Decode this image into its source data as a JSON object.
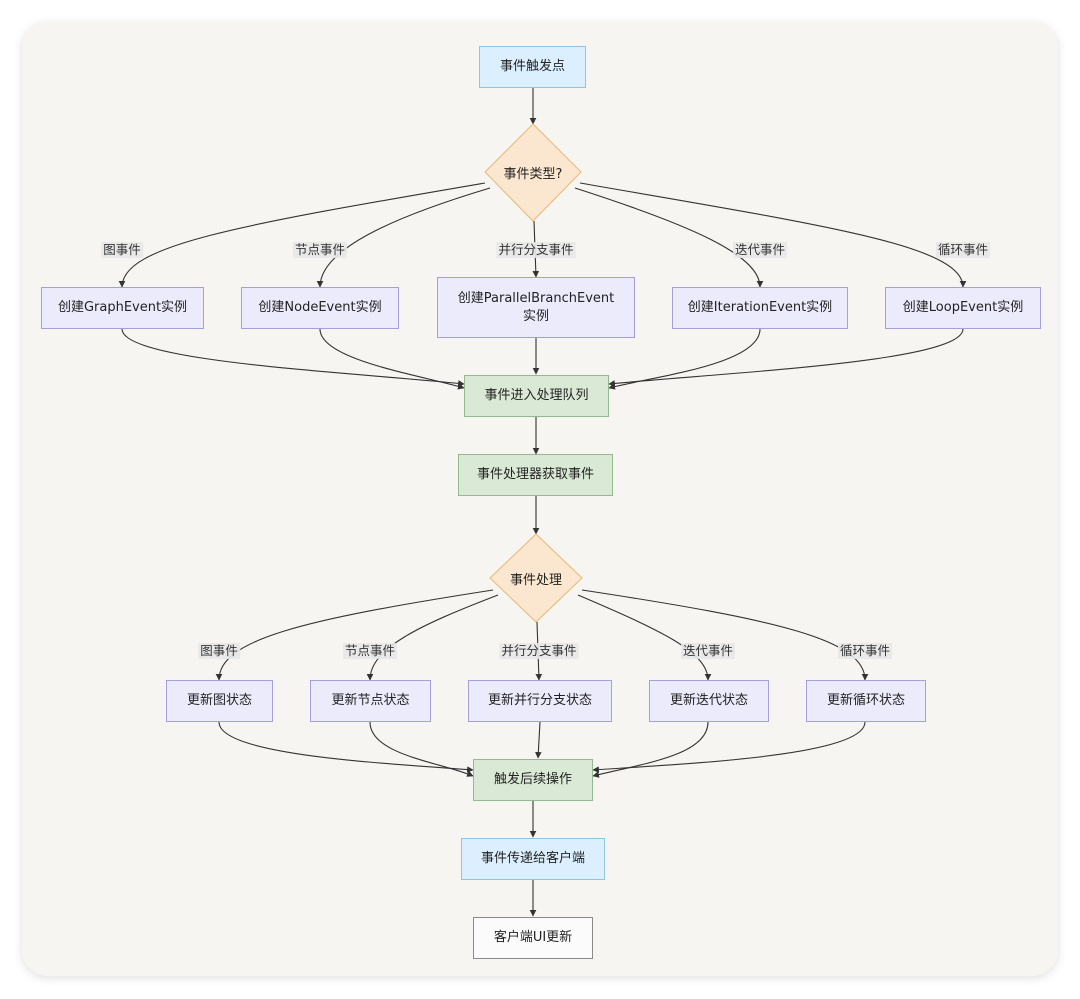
{
  "nodes": {
    "trigger": "事件触发点",
    "event_type": "事件类型?",
    "create_graph": "创建GraphEvent实例",
    "create_node": "创建NodeEvent实例",
    "create_parallel": "创建ParallelBranchEvent\n实例",
    "create_iteration": "创建IterationEvent实例",
    "create_loop": "创建LoopEvent实例",
    "enqueue": "事件进入处理队列",
    "handler_fetch": "事件处理器获取事件",
    "handle": "事件处理",
    "update_graph": "更新图状态",
    "update_node": "更新节点状态",
    "update_parallel": "更新并行分支状态",
    "update_iteration": "更新迭代状态",
    "update_loop": "更新循环状态",
    "follow_up": "触发后续操作",
    "deliver": "事件传递给客户端",
    "client_ui": "客户端UI更新"
  },
  "edge_labels": {
    "top": [
      "图事件",
      "节点事件",
      "并行分支事件",
      "迭代事件",
      "循环事件"
    ],
    "bottom": [
      "图事件",
      "节点事件",
      "并行分支事件",
      "迭代事件",
      "循环事件"
    ]
  },
  "colors": {
    "start_fill": "#dcefff",
    "decision_fill": "#fbe7cf",
    "action_fill": "#ecebfc",
    "process_fill": "#dae9d6",
    "end_fill": "#fbfbfb",
    "edge": "#333333"
  }
}
